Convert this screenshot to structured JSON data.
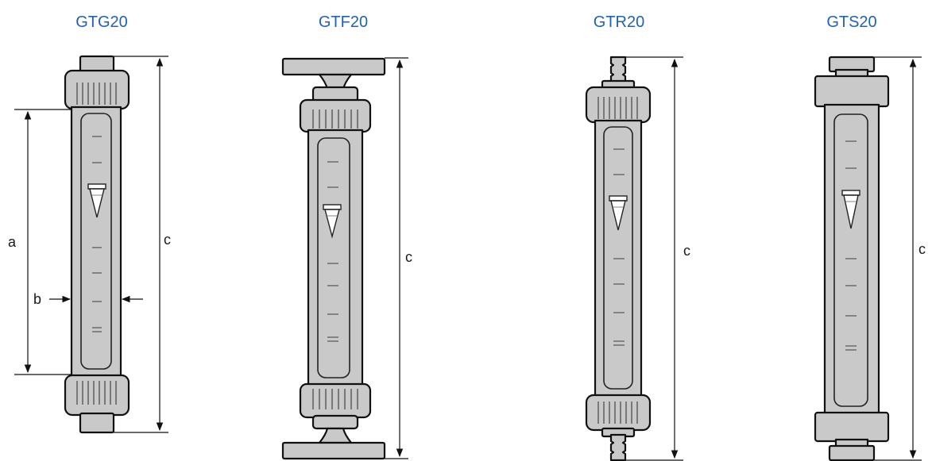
{
  "models": [
    {
      "id": "gtg",
      "name": "GTG20"
    },
    {
      "id": "gtf",
      "name": "GTF20"
    },
    {
      "id": "gtr",
      "name": "GTR20"
    },
    {
      "id": "gts",
      "name": "GTS20"
    }
  ],
  "dimensions": {
    "a": "a",
    "b": "b",
    "c": "c"
  },
  "colors": {
    "title": "#1f63b5",
    "body": "#c9c9c9",
    "outline": "#111111"
  }
}
